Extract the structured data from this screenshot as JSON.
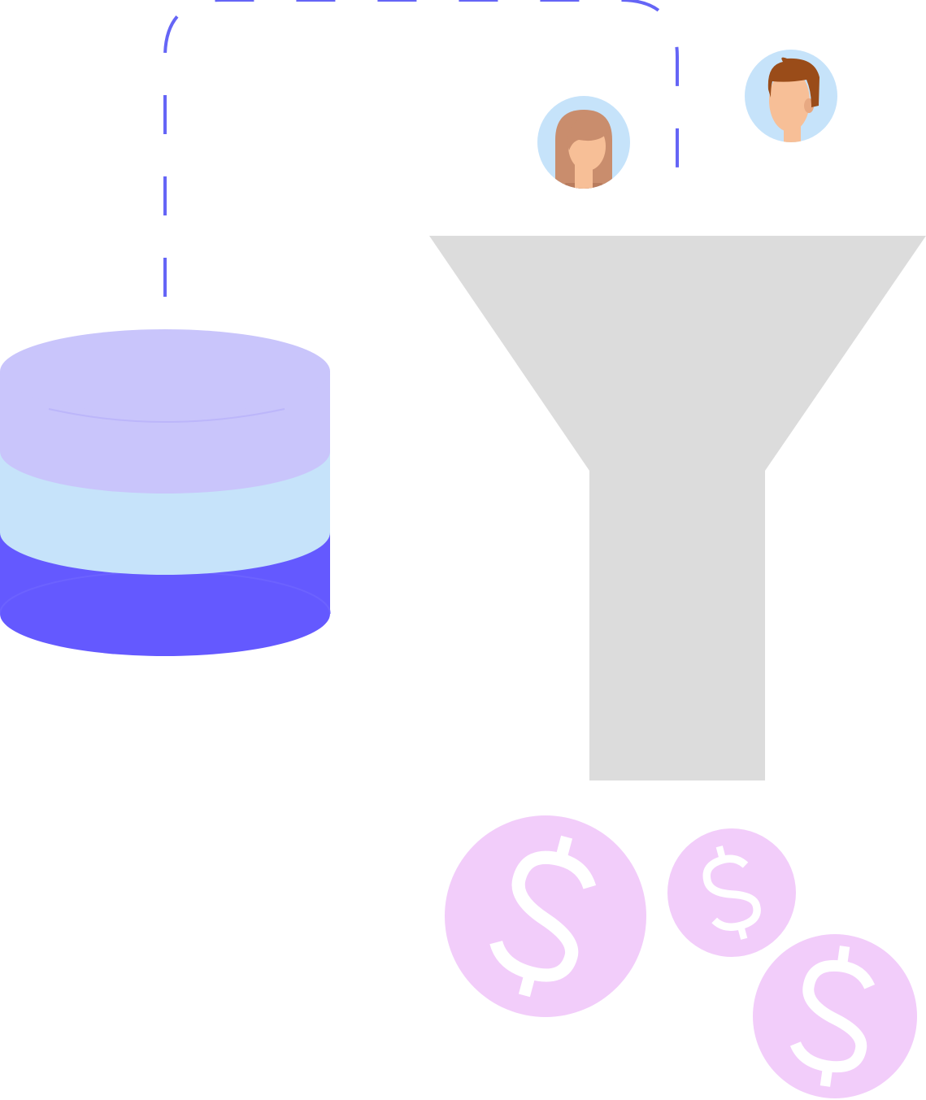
{
  "illustration": {
    "colors": {
      "background": "#ffffff",
      "connector": "#6565f6",
      "db_top": "#c9c5fb",
      "db_middle": "#c6e3fa",
      "db_bottom": "#6459ff",
      "funnel": "#dcdcdc",
      "avatar_bg": "#c6e3fa",
      "skin": "#f7bf97",
      "female_hair": "#c98d6d",
      "male_hair": "#9a4c19",
      "coin": "#f2cdfa",
      "coin_symbol": "#ffffff"
    },
    "icons": {
      "database": "database-icon",
      "funnel": "funnel-icon",
      "avatar_female": "female-user-icon",
      "avatar_male": "male-user-icon",
      "coin": "dollar-coin-icon"
    },
    "database_layers": 3,
    "avatar_count": 2,
    "coin_count": 3,
    "coin_symbol": "$"
  }
}
